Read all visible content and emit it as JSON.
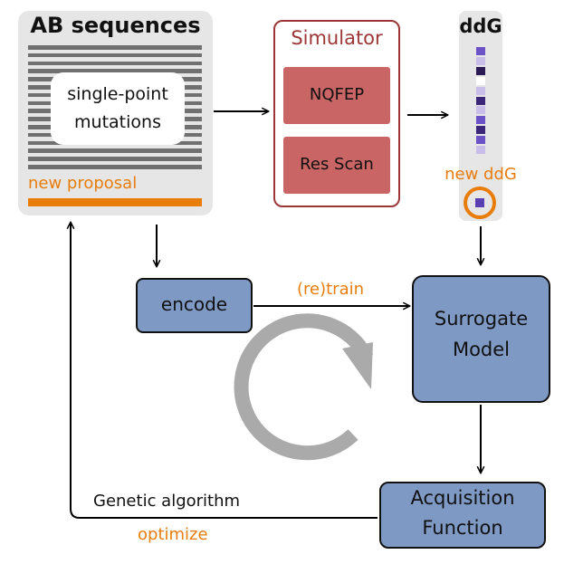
{
  "ab": {
    "title": "AB sequences",
    "inner_line1": "single-point",
    "inner_line2": "mutations",
    "proposal": "new proposal"
  },
  "simulator": {
    "title": "Simulator",
    "methods": [
      "NQFEP",
      "Res Scan"
    ]
  },
  "ddg": {
    "title": "ddG",
    "new_label": "new ddG",
    "cell_colors": [
      "#6b52c7",
      "#c9bde9",
      "#2c1a55",
      "#ffffff",
      "#c9bde9",
      "#3b267a",
      "#c9bde9",
      "#6b52c7",
      "#3b267a",
      "#6b52c7",
      "#c9bde9"
    ],
    "new_cell_color": "#5a3fb2"
  },
  "encode": {
    "label": "encode"
  },
  "surrogate": {
    "line1": "Surrogate",
    "line2": "Model"
  },
  "acquisition": {
    "line1": "Acquisition",
    "line2": "Function"
  },
  "edges": {
    "retrain": "(re)train",
    "genetic": "Genetic algorithm",
    "optimize": "optimize"
  },
  "colors": {
    "accent": "#e87d0c",
    "blue_box": "#7f99c5",
    "sim_border": "#9d3636",
    "sim_box": "#c96565",
    "panel_gray": "#e6e6e6",
    "stripe_gray": "#707070",
    "cycle_gray": "#aaaaaa"
  }
}
